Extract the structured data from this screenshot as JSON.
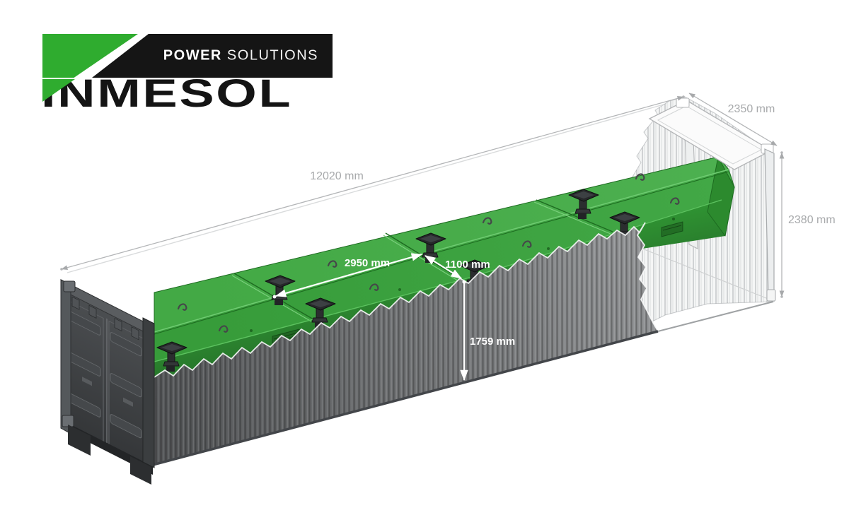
{
  "brand": {
    "tagline_bold": "POWER",
    "tagline_light": "SOLUTIONS",
    "name": "INMESOL",
    "green": "#2fac2f",
    "black": "#151515"
  },
  "annotations": {
    "container_length": "12020 mm",
    "container_width": "2350 mm",
    "container_height": "2380 mm",
    "module_length": "2950 mm",
    "module_width": "1100 mm",
    "module_height": "1759 mm"
  },
  "colors": {
    "module_green_top": "#44ab46",
    "module_green_front": "#2f9232",
    "container_gray": "#7b7d7f",
    "line_art_gray": "#b3b5b7",
    "annotation_gray": "#a7a9ab",
    "annotation_white": "#ffffff"
  }
}
